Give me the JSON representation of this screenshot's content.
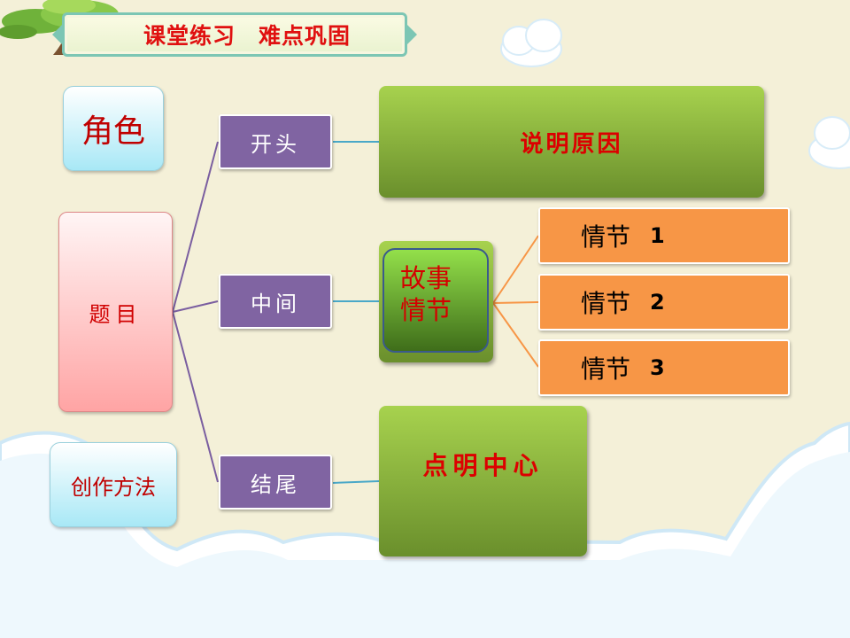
{
  "header": {
    "title": "课堂练习　难点巩固"
  },
  "left": {
    "role": "角色",
    "topic": "题目",
    "method": "创作方法"
  },
  "stages": [
    {
      "label": "开头"
    },
    {
      "label": "中间"
    },
    {
      "label": "结尾"
    }
  ],
  "details": {
    "beginning": "说明原因",
    "plot_group": "故事情节",
    "plot_group_line1": "故事",
    "plot_group_line2": "情节",
    "ending": "点明中心"
  },
  "plots": [
    {
      "label": "情节",
      "number": "1"
    },
    {
      "label": "情节",
      "number": "2"
    },
    {
      "label": "情节",
      "number": "3"
    }
  ],
  "colors": {
    "background": "#f4f0d8",
    "title_red": "#e01010",
    "stage_purple": "#8064a2",
    "green": "#8fbc3a",
    "orange": "#f79646",
    "pink": "#ffb0b0",
    "cyan": "#a8e8f6"
  }
}
